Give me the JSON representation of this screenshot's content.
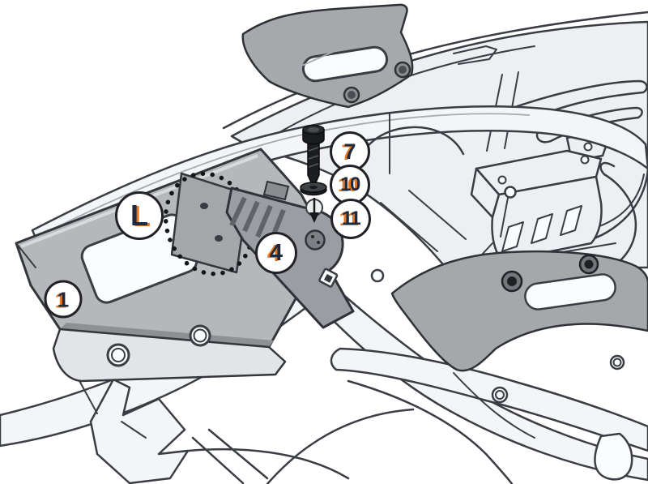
{
  "callouts": [
    {
      "id": "side-marker",
      "label": "L"
    },
    {
      "id": "part-1",
      "label": "1"
    },
    {
      "id": "part-4",
      "label": "4"
    },
    {
      "id": "part-7",
      "label": "7"
    },
    {
      "id": "part-10",
      "label": "10"
    },
    {
      "id": "part-11",
      "label": "11"
    }
  ],
  "colors": {
    "background": "#ffffff",
    "line": "#3a3d43",
    "panel_fill": "#edeff3",
    "plate_fill": "#b5b7bb",
    "bracket_fill": "#9b9da2",
    "handle_fill": "#a5a7ab",
    "flange_fill": "#e3e4e7",
    "hardware_fill": "#1b1d21",
    "callout_text": "#202a3c",
    "callout_shadow": "#e2792a",
    "callout_border": "#202228",
    "callout_fill": "#ffffff"
  }
}
